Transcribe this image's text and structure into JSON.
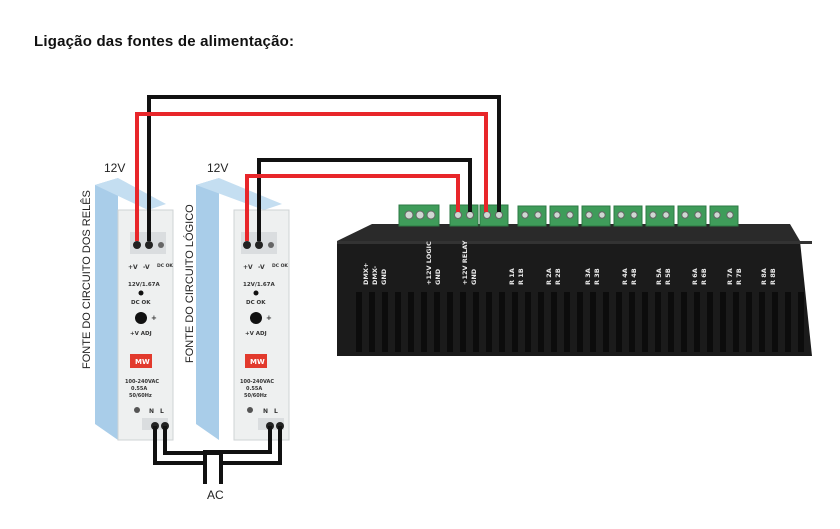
{
  "heading": "Ligação das fontes de alimentação:",
  "psu_relay": {
    "voltage_label": "12V",
    "side_label": "FONTE DO CIRCUITO DOS RELÊS",
    "top_labels": [
      "+V",
      "-V",
      "DC OK"
    ],
    "rating": "12V/1.67A",
    "dc_ok": "DC OK",
    "adj": "+V ADJ",
    "brand": "MW",
    "input_spec": [
      "100-240VAC",
      "0.55A",
      "50/60Hz"
    ],
    "bottom_labels": [
      "N",
      "L"
    ]
  },
  "psu_logic": {
    "voltage_label": "12V",
    "side_label": "FONTE DO CIRCUITO LÓGICO",
    "top_labels": [
      "+V",
      "-V",
      "DC OK"
    ],
    "rating": "12V/1.67A",
    "dc_ok": "DC OK",
    "adj": "+V ADJ",
    "brand": "MW",
    "input_spec": [
      "100-240VAC",
      "0.55A",
      "50/60Hz"
    ],
    "bottom_labels": [
      "N",
      "L"
    ]
  },
  "ac_label": "AC",
  "controller": {
    "terminal_labels": [
      [
        "DMX+",
        "DMX-",
        "GND"
      ],
      [
        "+12V LOGIC",
        "GND"
      ],
      [
        "+12V RELAY",
        "GND"
      ],
      [
        "R 1A",
        "R 1B"
      ],
      [
        "R 2A",
        "R 2B"
      ],
      [
        "R 3A",
        "R 3B"
      ],
      [
        "R 4A",
        "R 4B"
      ],
      [
        "R 5A",
        "R 5B"
      ],
      [
        "R 6A",
        "R 6B"
      ],
      [
        "R 7A",
        "R 7B"
      ],
      [
        "R 8A",
        "R 8B"
      ]
    ]
  },
  "colors": {
    "wire_positive": "#e8262a",
    "wire_negative": "#111111",
    "terminal_green": "#3f9c5a",
    "controller_body": "#1b1b1b",
    "psu_body": "#eef0f0",
    "psu_side": "#9fc6e6"
  }
}
